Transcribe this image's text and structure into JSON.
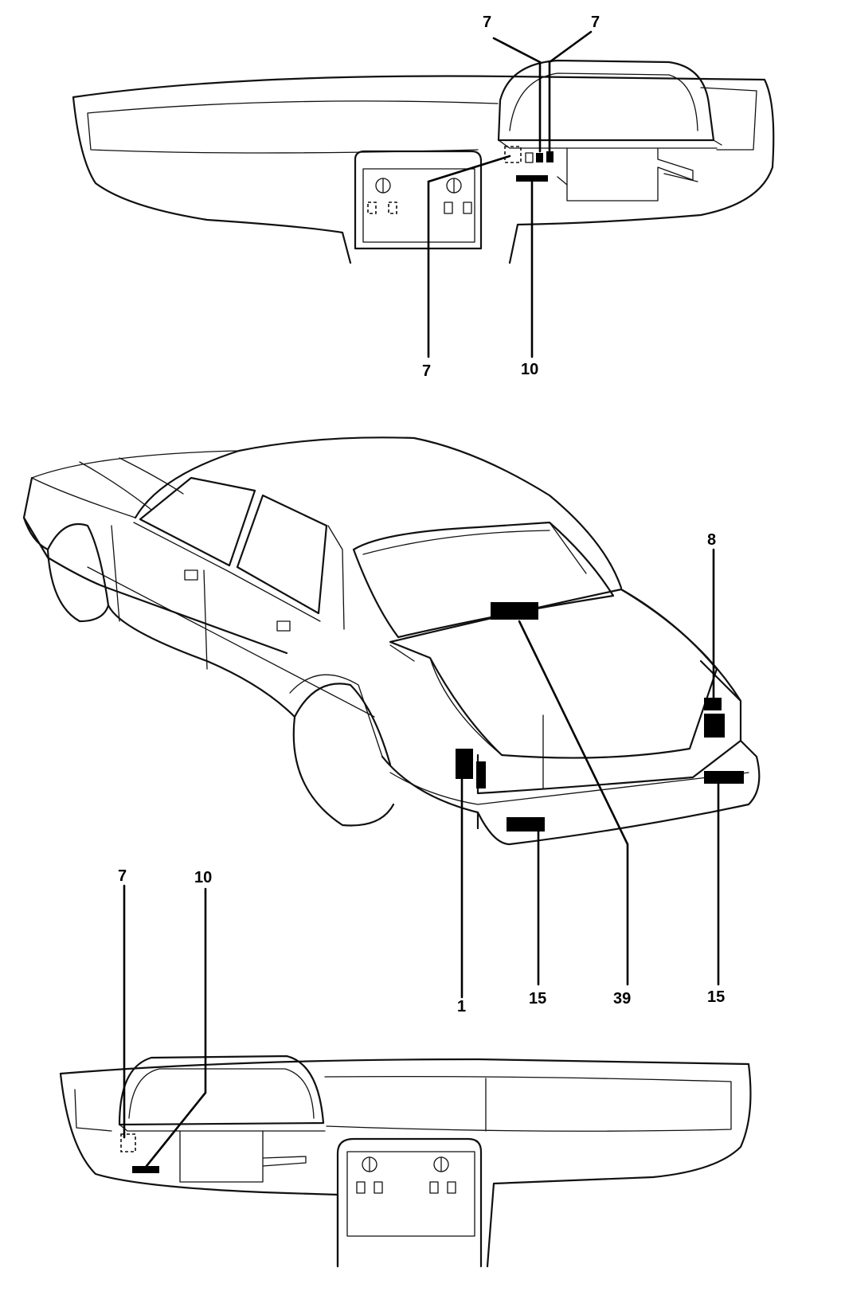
{
  "figure": {
    "callouts": {
      "top_left_7": "7",
      "top_right_7": "7",
      "top_lower_7": "7",
      "top_lower_10": "10",
      "car_8": "8",
      "car_1": "1",
      "car_15_center": "15",
      "car_39": "39",
      "car_15_right": "15",
      "bottom_7": "7",
      "bottom_10": "10"
    },
    "colors": {
      "line": "#111111",
      "label_fill": "#000000",
      "background": "#ffffff"
    }
  }
}
